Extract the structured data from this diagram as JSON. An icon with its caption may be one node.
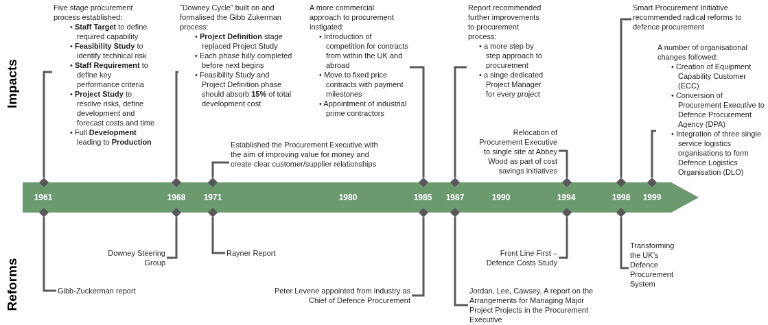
{
  "diagram": {
    "nodes": [
      {
        "text": [
          "Five stage procurement process established:",
          "• **Staff Target** to define required capability",
          "• **Feasibility Study** to identify technical risk",
          "• **Staff Requirement** to define key performance criteria",
          "• **Project Study** to resolve risks, define development and forecast costs and time",
          "• Full **Development** leading to **Production**"
        ]
      },
      {
        "text": [
          "“Downey Cycle” built on and formalised the Gibb Zukerman process:",
          "• **Project Definition** stage replaced Project Study",
          "• Each phase fully completed before next begins",
          "• Feasibility Study and Project Definition phase should absorb **15%** of total development cost"
        ]
      },
      {
        "text": [
          "Established the Procurement Executive with the aim of improving value for money and create clear customer/supplier relationships"
        ]
      },
      {
        "text": [
          "A more commercial approach to procurement instigated:",
          "• Introduction of competition for contracts from within the UK and abroad",
          "• Move to fixed price contracts with payment milestones",
          "• Appointment of industrial prime contractors"
        ]
      },
      {
        "text": [
          "Report recommended further improvements to procurement process:",
          "• a more step by step approach to procurement",
          "• a singe dedicated Project Manager for every project"
        ]
      },
      {
        "text": [
          "Relocation of Procurement Executive to single site at Abbey Wood as part of cost savings initiatives"
        ]
      },
      {
        "text": [
          "Smart Procurement Initiative recommended radical reforms to defence procurement"
        ]
      },
      {
        "text": [
          "A number of organisational changes followed:",
          "• Creation of Equipment Capability Customer (ECC)",
          "• Conversion of Procurement Executive to Defence Procurement Agency (DPA)",
          "• Integration of three single service logistics organisations to form Defence Logistics Organisation (DLO)"
        ]
      },
      {
        "text": [
          "1961",
          "1968",
          "1971",
          "1980",
          "1985",
          "1987",
          "1990",
          "1994",
          "1998",
          "1999"
        ]
      },
      {
        "text": [],
        "shape": "diamond"
      },
      {
        "text": [],
        "shape": "diamond"
      },
      {
        "text": [],
        "shape": "diamond"
      },
      {
        "text": [],
        "shape": "diamond"
      },
      {
        "text": [],
        "shape": "diamond"
      },
      {
        "text": [],
        "shape": "diamond"
      },
      {
        "text": [],
        "shape": "diamond"
      },
      {
        "text": [],
        "shape": "diamond"
      },
      {
        "text": [],
        "shape": "diamond"
      },
      {
        "text": [],
        "shape": "diamond"
      },
      {
        "text": [],
        "shape": "diamond"
      },
      {
        "text": [],
        "shape": "diamond"
      },
      {
        "text": [],
        "shape": "diamond"
      },
      {
        "text": [],
        "shape": "diamond"
      },
      {
        "text": [],
        "shape": "diamond"
      },
      {
        "text": [
          "Gibb-Zuckerman report"
        ]
      },
      {
        "text": [
          "Downey Steering Group"
        ]
      },
      {
        "text": [
          "Rayner Report"
        ]
      },
      {
        "text": [
          "Peter Levene appointed from industry as Chief of Defence Procurement"
        ]
      },
      {
        "text": [
          "Jordan, Lee, Cawsey, A report on the Arrangements for Managing Major Project Projects in the Procurement Executive"
        ]
      },
      {
        "text": [
          "Front Line First – Defence Costs Study"
        ]
      },
      {
        "text": [
          "Transforming the UK’s Defence Procurement System"
        ]
      }
    ],
    "edges": [
      {
        "from": 9,
        "to": 0,
        "arrow": "none"
      },
      {
        "from": 10,
        "to": 1,
        "arrow": "none"
      },
      {
        "from": 11,
        "to": 2,
        "arrow": "none"
      },
      {
        "from": 12,
        "to": 3,
        "arrow": "none"
      },
      {
        "from": 13,
        "to": 4,
        "arrow": "none"
      },
      {
        "from": 14,
        "to": 5,
        "arrow": "none"
      },
      {
        "from": 15,
        "to": 6,
        "arrow": "none"
      },
      {
        "from": 16,
        "to": 7,
        "arrow": "none"
      },
      {
        "from": 17,
        "to": 24,
        "arrow": "none"
      },
      {
        "from": 18,
        "to": 25,
        "arrow": "none"
      },
      {
        "from": 19,
        "to": 26,
        "arrow": "none"
      },
      {
        "from": 20,
        "to": 27,
        "arrow": "none"
      },
      {
        "from": 21,
        "to": 28,
        "arrow": "none"
      },
      {
        "from": 22,
        "to": 29,
        "arrow": "none"
      },
      {
        "from": 23,
        "to": 30,
        "arrow": "none"
      }
    ],
    "labels": [
      "Impacts",
      "Reforms"
    ]
  }
}
